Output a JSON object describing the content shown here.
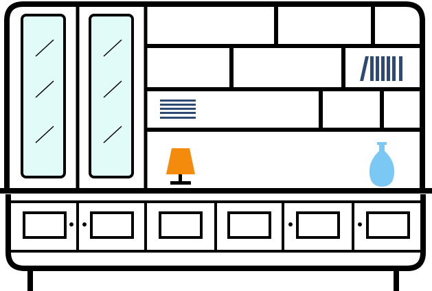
{
  "illustration": {
    "subject": "wall-unit-furniture",
    "icons": [
      "glass-door-icon",
      "book-stack-icon",
      "folded-cloth-icon",
      "table-lamp-icon",
      "vase-icon",
      "drawer-icon",
      "knob-icon"
    ],
    "colors": {
      "outline": "#000000",
      "background": "#ffffff",
      "glass": "#e0fbf8",
      "books": "#2e4a72",
      "lamp_shade": "#f58b0c",
      "lamp_base": "#000000",
      "vase": "#7cc8f5"
    },
    "counts": {
      "glass_doors": 2,
      "books": 7,
      "cloth_stack_lines": 5,
      "drawers": 6,
      "knobs": 4
    }
  }
}
